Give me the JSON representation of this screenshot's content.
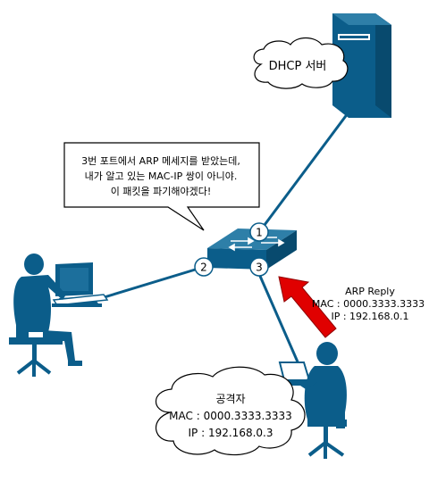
{
  "server": {
    "label": "DHCP 서버"
  },
  "speech": {
    "lines": [
      "3번 포트에서 ARP 메세지를 받았는데,",
      "내가 알고 있는 MAC-IP 쌍이 아니야.",
      "이 패킷을 파기해야겠다!"
    ]
  },
  "switch": {
    "ports": [
      "1",
      "2",
      "3"
    ]
  },
  "arp_reply": {
    "title": "ARP Reply",
    "mac": "MAC : 0000.3333.3333",
    "ip": "IP : 192.168.0.1",
    "ip_prefix": "IP",
    "ip_rest": ": 192.168.0.1"
  },
  "attacker": {
    "title": "공격자",
    "mac": "MAC : 0000.3333.3333",
    "ip": "IP : 192.168.0.3"
  },
  "colors": {
    "device": "#0b5d8a",
    "line": "#0b5d8a",
    "arrow": "#e00000",
    "highlight_text": "#e00000"
  }
}
